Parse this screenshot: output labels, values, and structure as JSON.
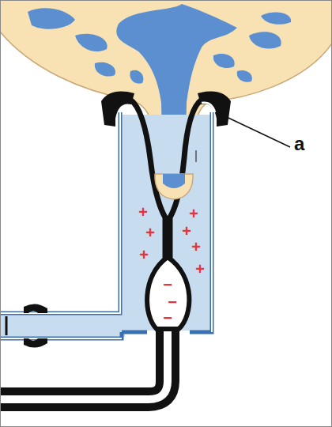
{
  "diagram": {
    "labels": [
      "a",
      "+",
      "+",
      "+",
      "+",
      "+",
      "+",
      "+",
      "−",
      "−",
      "−"
    ]
  }
}
